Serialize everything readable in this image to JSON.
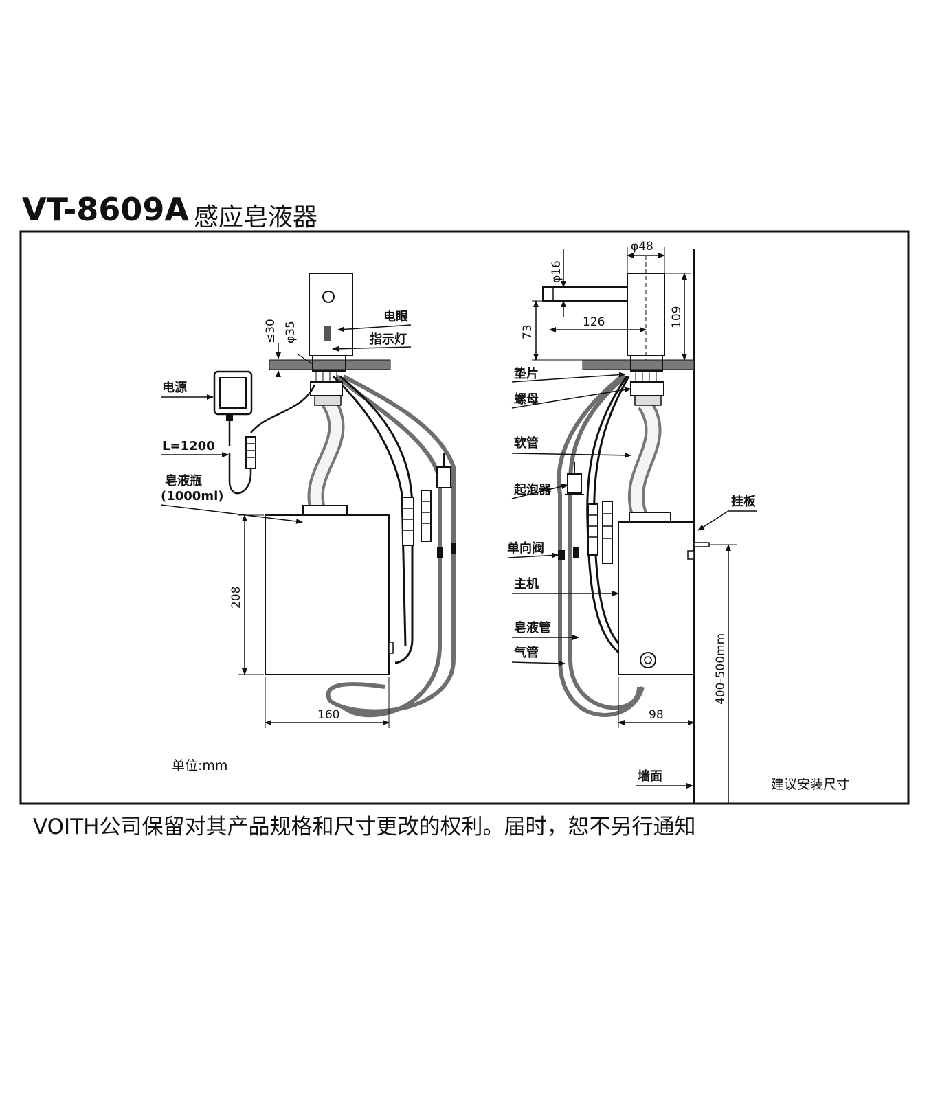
{
  "title": {
    "model": "VT-8609A",
    "name": "感应皂液器"
  },
  "footer": "VOITH公司保留对其产品规格和尺寸更改的权利。届时，恕不另行通知",
  "left_view": {
    "labels": {
      "sensor": "电眼",
      "indicator": "指示灯",
      "power": "电源",
      "cable": "L=1200",
      "bottle": "皂液瓶",
      "bottle_cap": "(1000ml)"
    },
    "dims": {
      "max_thickness": "≤30",
      "hole": "φ35",
      "height": "208",
      "width": "160"
    },
    "unit": "单位:mm"
  },
  "right_view": {
    "labels": {
      "gasket": "垫片",
      "nut": "螺母",
      "hose": "软管",
      "foamer": "起泡器",
      "check_valve": "单向阀",
      "main_unit": "主机",
      "soap_tube": "皂液管",
      "air_tube": "气管",
      "wall_plate": "挂板",
      "wall": "墙面",
      "recommended": "建议安装尺寸"
    },
    "dims": {
      "body_dia": "φ48",
      "spout_dia": "φ16",
      "spout_height": "73",
      "reach": "126",
      "total_height": "109",
      "depth": "98",
      "mount_height": "400-500mm"
    }
  },
  "colors": {
    "line": "#111111",
    "tube": "#6e6e6e",
    "accent": "#e8453a",
    "deck": "#7a7a7a"
  }
}
